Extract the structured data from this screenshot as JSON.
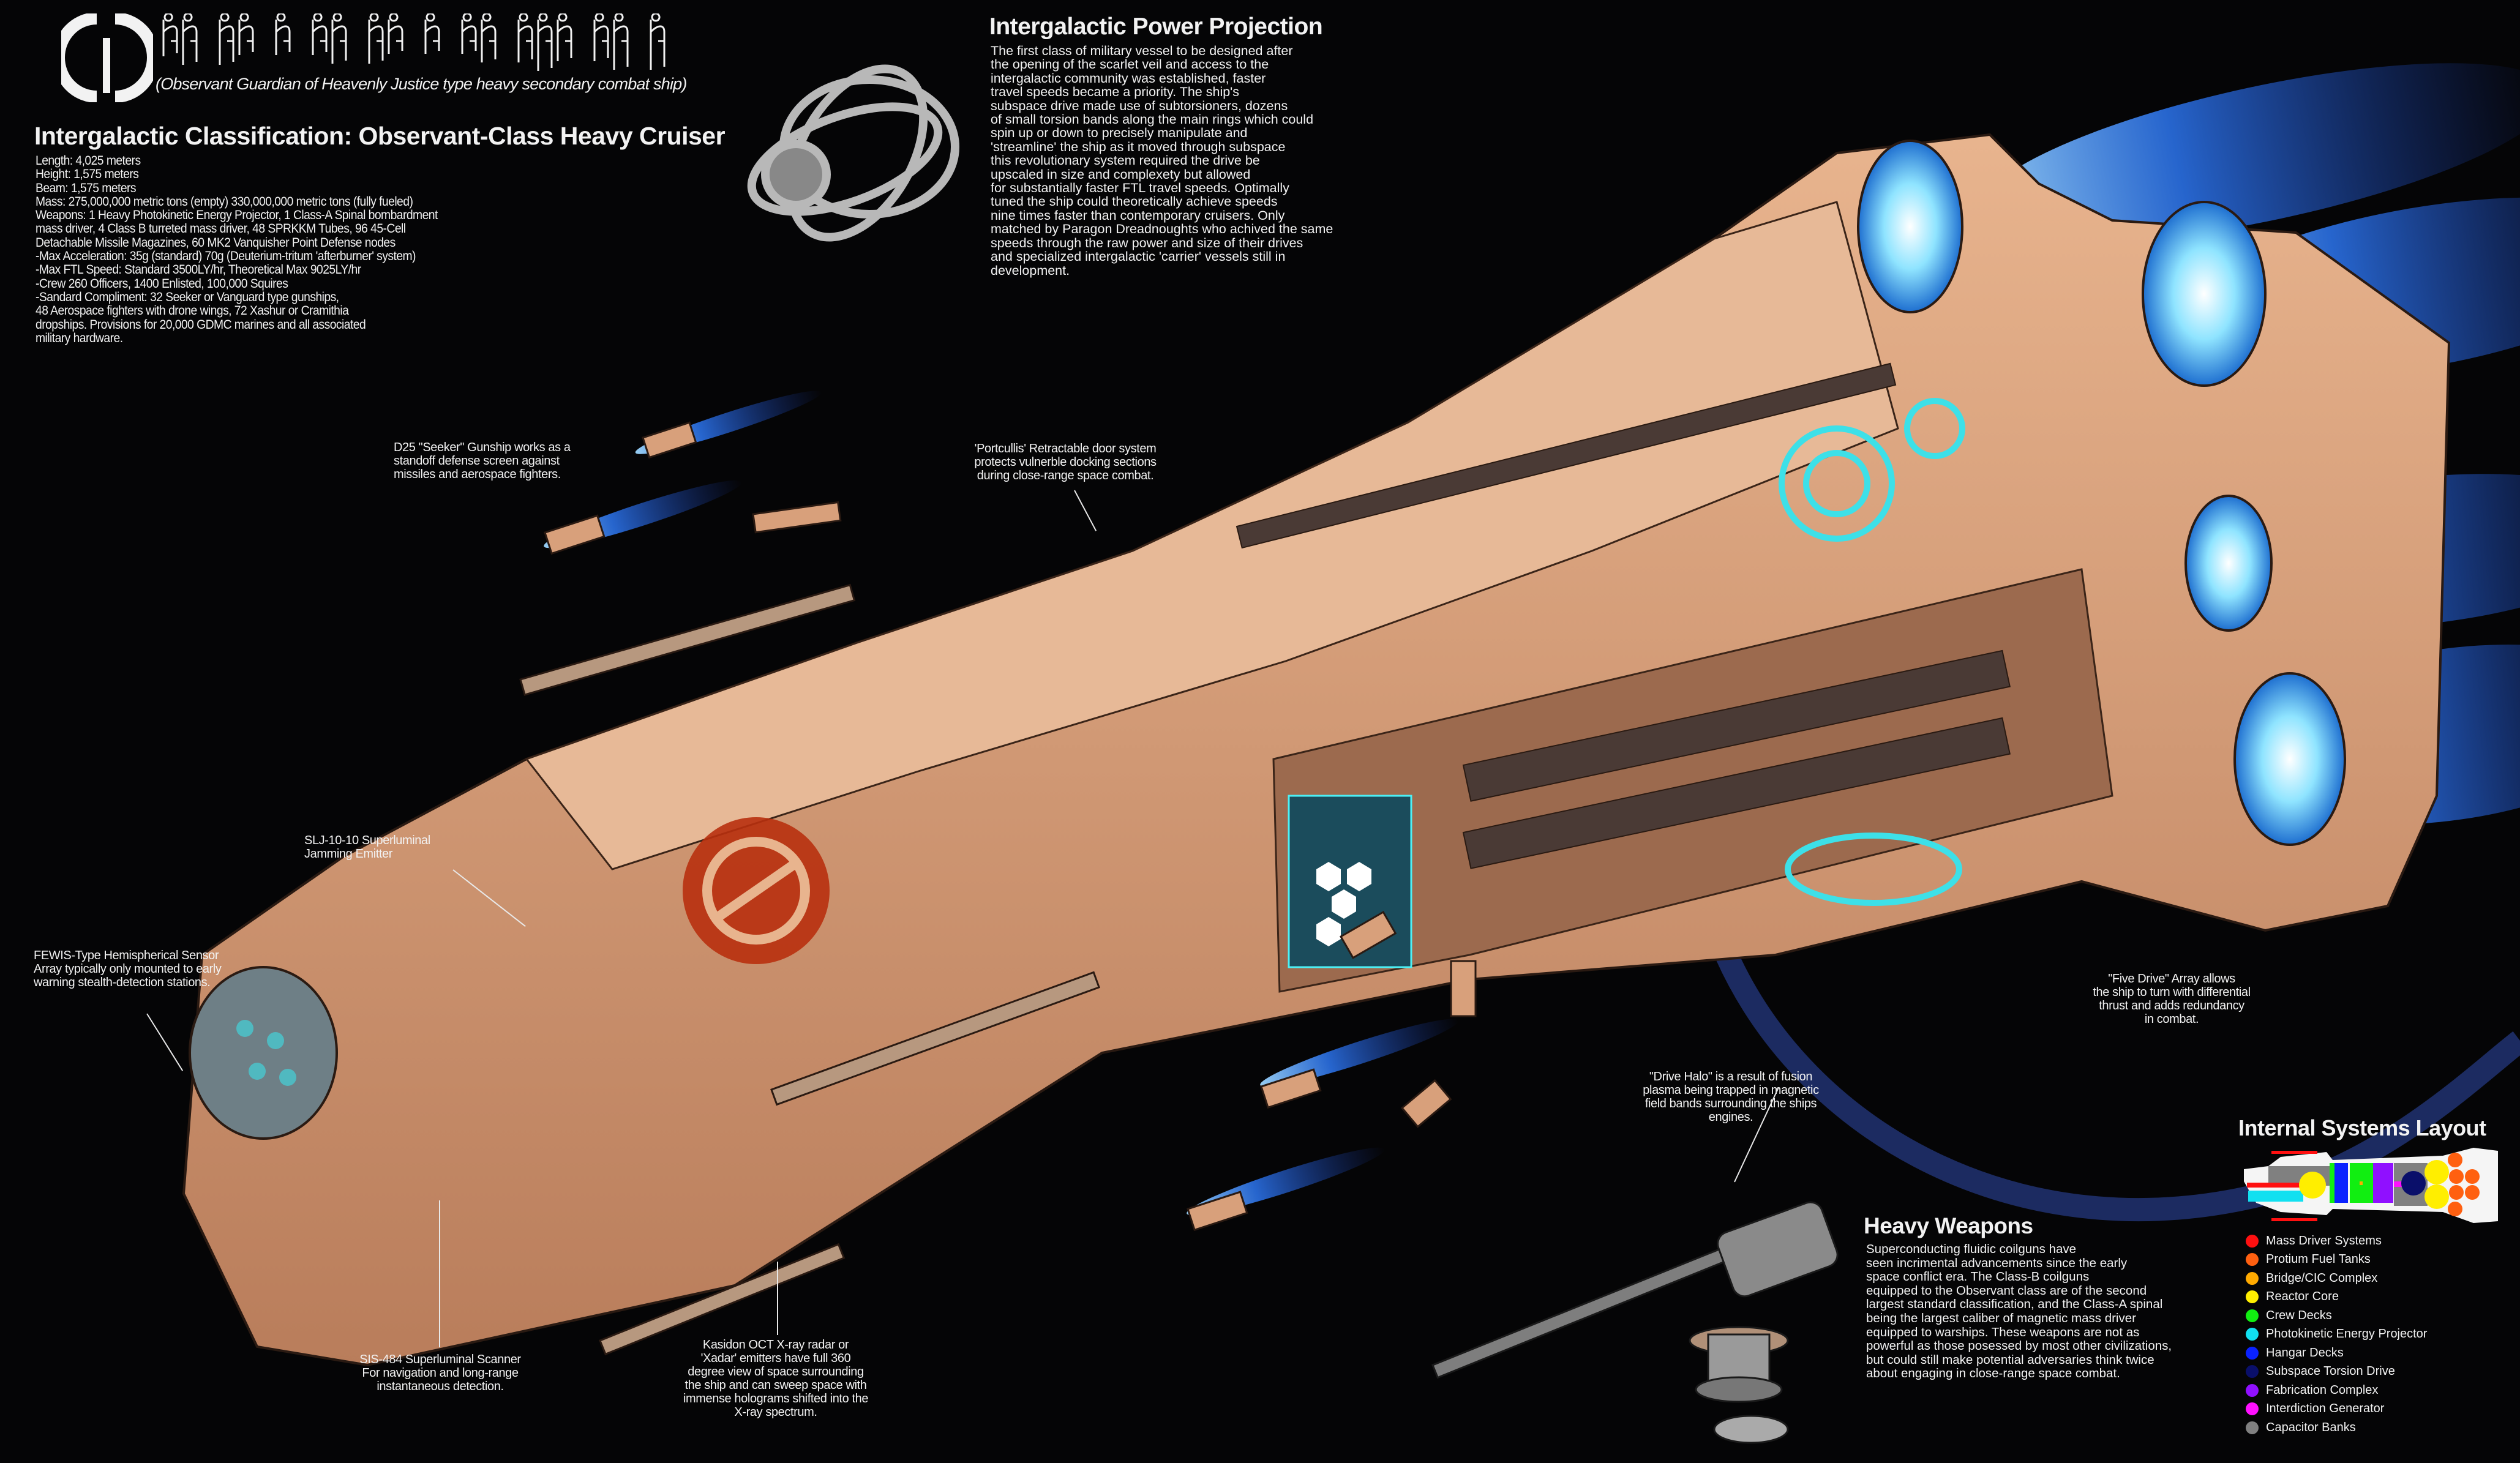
{
  "header": {
    "subtitle": "(Observant Guardian of Heavenly Justice type heavy secondary combat ship)"
  },
  "classification": {
    "title": "Intergalactic Classification: Observant-Class Heavy Cruiser",
    "lines": [
      "Length: 4,025 meters",
      "Height: 1,575 meters",
      "Beam: 1,575 meters",
      "Mass: 275,000,000 metric tons (empty) 330,000,000 metric tons (fully fueled)",
      "Weapons: 1 Heavy Photokinetic Energy Projector, 1 Class-A Spinal bombardment",
      "mass driver, 4 Class B turreted mass driver, 48 SPRKKM Tubes, 96 45-Cell",
      "Detachable Missile Magazines, 60 MK2 Vanquisher Point Defense nodes",
      "-Max Acceleration: 35g (standard) 70g (Deuterium-tritum 'afterburner' system)",
      "-Max FTL Speed: Standard 3500LY/hr, Theoretical Max 9025LY/hr",
      "-Crew 260 Officers, 1400 Enlisted, 100,000 Squires",
      "-Sandard Compliment: 32 Seeker or Vanguard type gunships,",
      "48 Aerospace fighters with drone wings, 72 Xashur or Cramithia",
      "dropships. Provisions for 20,000 GDMC marines and all associated",
      "military hardware."
    ]
  },
  "power_projection": {
    "title": "Intergalactic Power Projection",
    "lines": [
      "The first class of military vessel to be designed after",
      "the opening of the scarlet veil and access to the",
      "intergalactic community was established, faster",
      "travel speeds became a priority. The ship's",
      "subspace drive made use of subtorsioners, dozens",
      "of small torsion bands along the main rings which could",
      "spin up or down to precisely manipulate and",
      "'streamline' the ship as it moved through subspace",
      "this revolutionary system required the drive be",
      "upscaled in size and complexety but allowed",
      "for substantially faster FTL travel speeds. Optimally",
      "tuned the ship could theoretically achieve speeds",
      "nine times faster than contemporary cruisers. Only",
      "matched by Paragon Dreadnoughts who achived the same",
      "speeds through the raw power and size of their drives",
      "and specialized intergalactic 'carrier' vessels still in",
      "development."
    ]
  },
  "callouts": {
    "seeker": [
      "D25 \"Seeker\" Gunship works as a",
      "standoff defense screen against",
      "missiles and aerospace fighters."
    ],
    "portcullis": [
      "'Portcullis' Retractable door system",
      "protects vulnerble docking sections",
      "during close-range space combat."
    ],
    "slj": [
      "SLJ-10-10 Superluminal",
      "Jamming Emitter"
    ],
    "fewis": [
      "FEWIS-Type Hemispherical Sensor",
      "Array typically only mounted to early",
      "warning stealth-detection stations."
    ],
    "sis": [
      "SIS-484 Superluminal Scanner",
      "For navigation and long-range",
      "instantaneous detection."
    ],
    "kasidon": [
      "Kasidon OCT X-ray radar or",
      "'Xadar' emitters have full 360",
      "degree view of space surrounding",
      "the ship and can sweep space with",
      "immense holograms shifted into the",
      "X-ray spectrum."
    ],
    "drive_halo": [
      "\"Drive Halo\" is a result of fusion",
      "plasma being trapped in magnetic",
      "field bands surrounding the ships",
      "engines."
    ],
    "five_drive": [
      "\"Five Drive\" Array allows",
      "the ship to turn with differential",
      "thrust and adds redundancy",
      "in combat."
    ]
  },
  "heavy_weapons": {
    "title": "Heavy Weapons",
    "lines": [
      "Superconducting fluidic coilguns have",
      "seen incrimental advancements since the early",
      "space conflict era. The Class-B coilguns",
      "equipped to the Observant class are of the second",
      "largest standard classification, and the Class-A spinal",
      "being the largest caliber of magnetic mass driver",
      "equipped to warships. These weapons are not as",
      "powerful as those posessed by most other civilizations,",
      "but could still make potential adversaries think twice",
      "about engaging in close-range space combat."
    ]
  },
  "internal_systems": {
    "title": "Internal Systems Layout",
    "legend": [
      {
        "label": "Mass Driver Systems",
        "color": "#ff1010"
      },
      {
        "label": "Protium Fuel Tanks",
        "color": "#ff6010"
      },
      {
        "label": "Bridge/CIC Complex",
        "color": "#ffaa00"
      },
      {
        "label": "Reactor Core",
        "color": "#ffee00"
      },
      {
        "label": "Crew Decks",
        "color": "#11ee11"
      },
      {
        "label": "Photokinetic Energy Projector",
        "color": "#11e0f0"
      },
      {
        "label": "Hangar Decks",
        "color": "#0a22ff"
      },
      {
        "label": "Subspace Torsion Drive",
        "color": "#0a0f6a"
      },
      {
        "label": "Fabrication Complex",
        "color": "#9010ff"
      },
      {
        "label": "Interdiction Generator",
        "color": "#ff10ff"
      },
      {
        "label": "Capacitor Banks",
        "color": "#808080"
      }
    ]
  },
  "colors": {
    "hull": "#d9a07c",
    "engine_glow": "#3aa0ff",
    "accent_cyan": "#3de0e8",
    "emblem_red": "#b8300e"
  }
}
